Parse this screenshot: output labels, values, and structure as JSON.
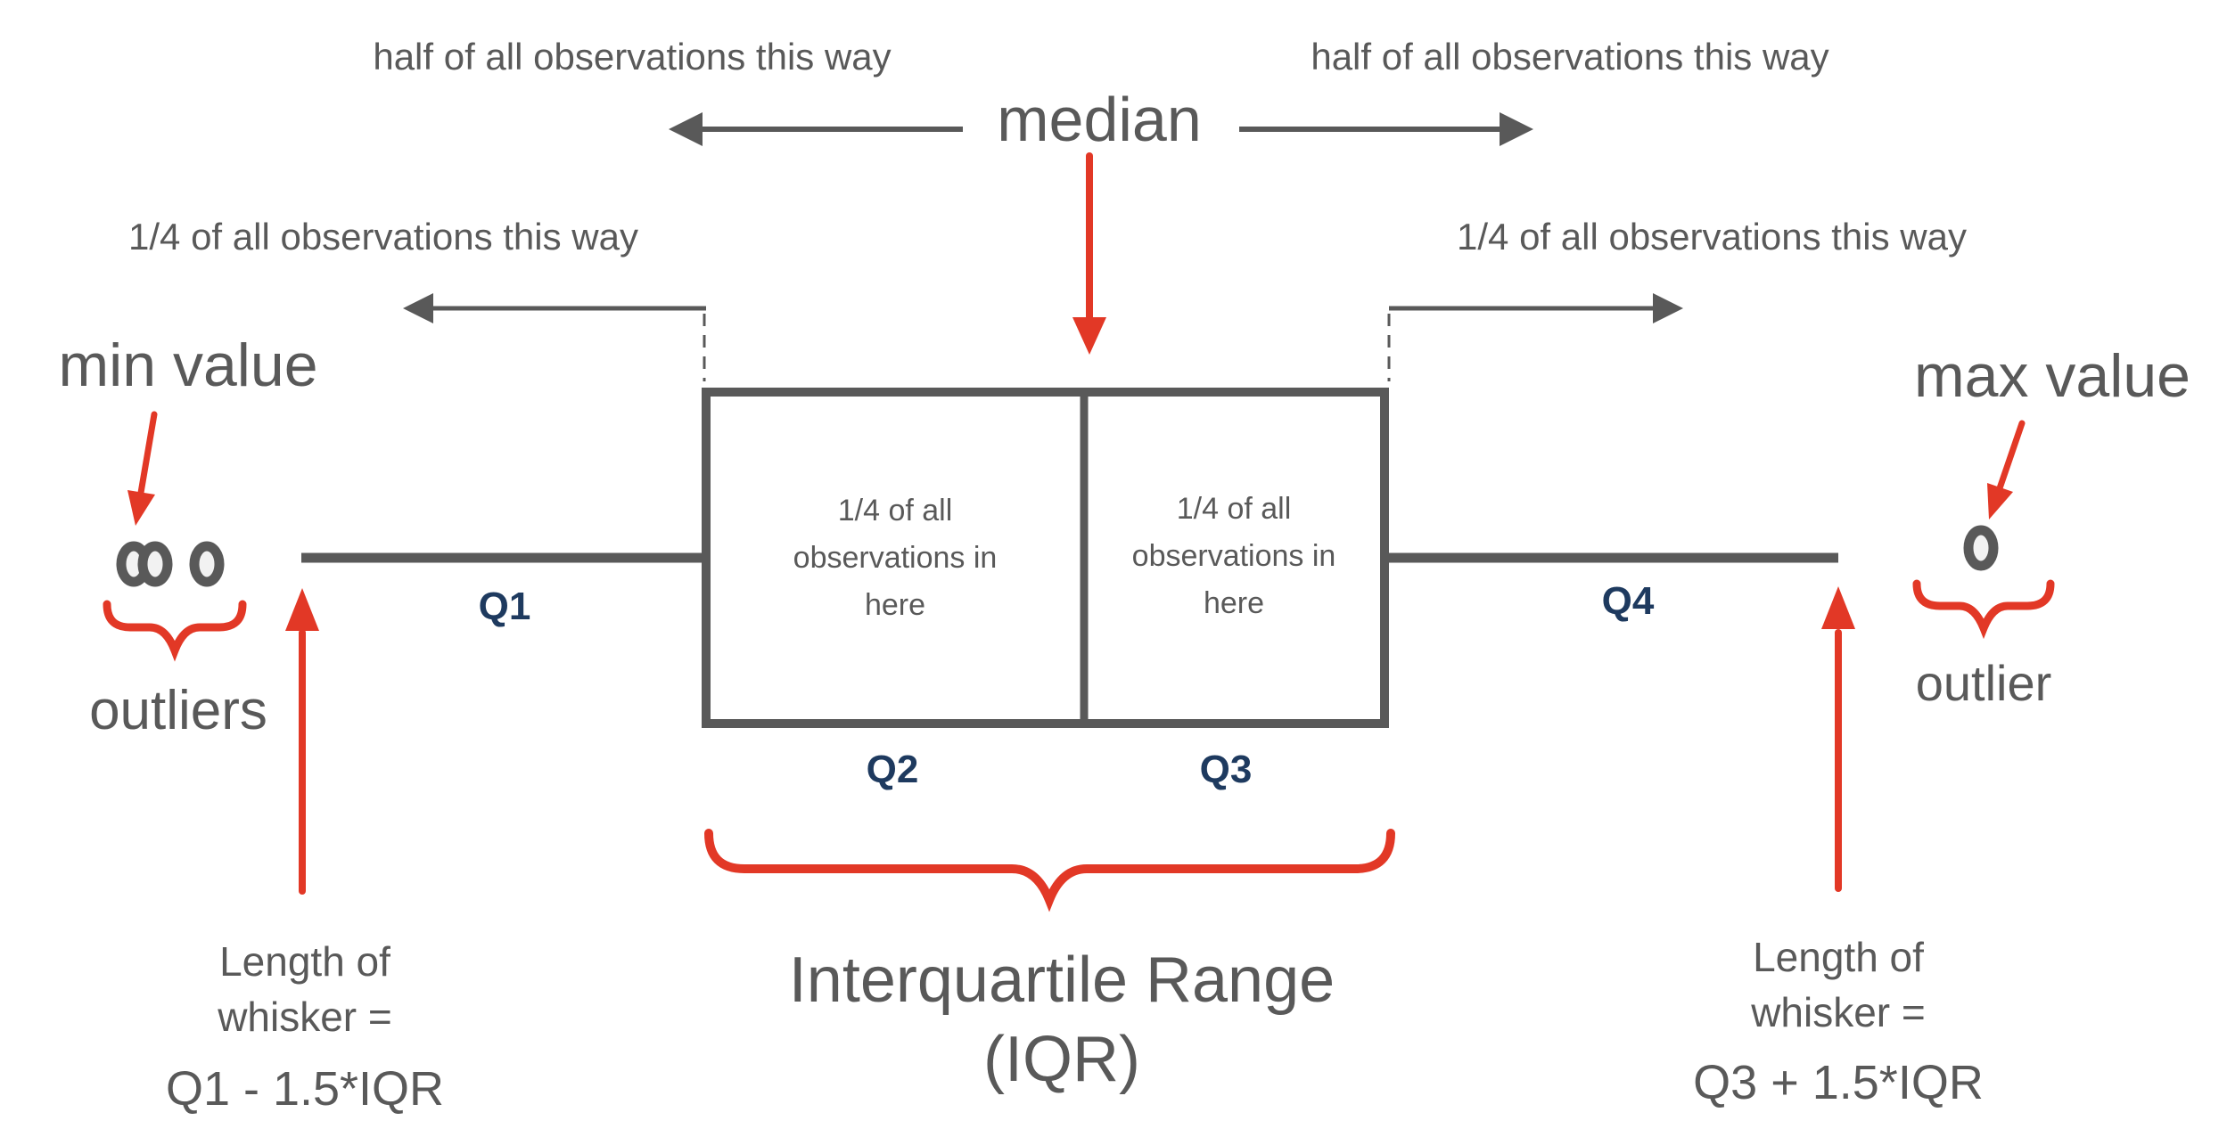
{
  "title": "Box plot anatomy diagram",
  "colors": {
    "text_gray": "#595959",
    "line_gray": "#595959",
    "navy": "#1e3a5f",
    "red": "#e23826",
    "background": "#ffffff"
  },
  "top": {
    "half_left": "half of all observations this way",
    "half_right": "half of all observations this way",
    "median": "median",
    "quarter_left": "1/4 of all observations this way",
    "quarter_right": "1/4 of all observations this way"
  },
  "left": {
    "min_label": "min value",
    "outliers_label": "outliers",
    "q1": "Q1",
    "length_line1": "Length of",
    "length_line2": "whisker =",
    "formula": "Q1 - 1.5*IQR"
  },
  "right": {
    "max_label": "max value",
    "outlier_label": "outlier",
    "q4": "Q4",
    "length_line1": "Length of",
    "length_line2": "whisker =",
    "formula": "Q3 + 1.5*IQR"
  },
  "box": {
    "left_cell_lines": [
      "1/4 of all",
      "observations in",
      "here"
    ],
    "right_cell_lines": [
      "1/4 of all",
      "observations in",
      "here"
    ],
    "q2": "Q2",
    "q3": "Q3"
  },
  "iqr": {
    "line1": "Interquartile Range",
    "line2": "(IQR)"
  }
}
